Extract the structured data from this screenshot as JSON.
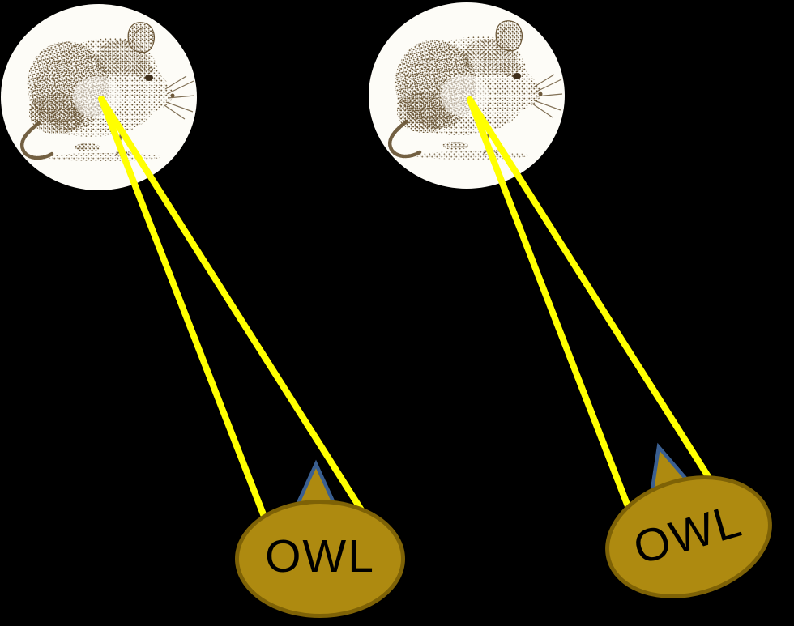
{
  "diagram": {
    "background_color": "#000000",
    "beam_color": "#FFFF00",
    "spotlight_color": "#FDFCF7",
    "label_color": "#000000",
    "owl_fill_color": "#AE8A10",
    "owl_border_color": "#7E6206",
    "beak_outline_color": "#3A5F91",
    "mouse_ink_color": "#6B5738",
    "mice": [
      {
        "icon": "mouse-illustration"
      },
      {
        "icon": "mouse-illustration"
      }
    ],
    "owls": [
      {
        "label": "OWL",
        "rotation_deg": 0
      },
      {
        "label": "OWL",
        "rotation_deg": -16
      }
    ]
  }
}
